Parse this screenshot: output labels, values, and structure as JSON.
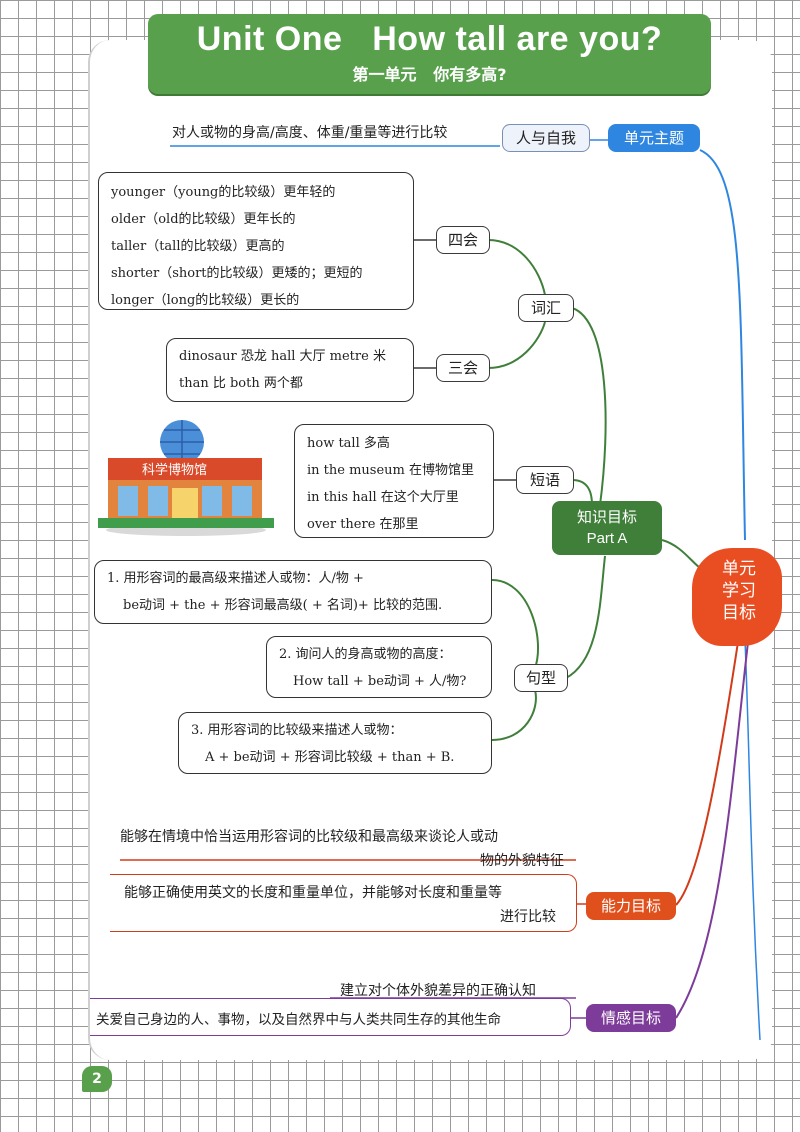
{
  "title": {
    "english": "Unit One   How tall are you?",
    "chinese": "第一单元   你有多高?"
  },
  "theme": {
    "description": "对人或物的身高/高度、体重/重量等进行比较",
    "category_label": "人与自我",
    "unit_theme_label": "单元主题"
  },
  "vocabulary": {
    "label": "词汇",
    "four_skills_label": "四会",
    "four_skills_items": [
      "younger（young的比较级）更年轻的",
      "older（old的比较级）更年长的",
      "taller（tall的比较级）更高的",
      "shorter（short的比较级）更矮的；更短的",
      "longer（long的比较级）更长的"
    ],
    "three_skills_label": "三会",
    "three_skills_items": [
      "dinosaur 恐龙  hall 大厅  metre 米",
      "than 比  both 两个都"
    ]
  },
  "phrases": {
    "label": "短语",
    "items": [
      "how tall 多高",
      "in the museum 在博物馆里",
      "in this hall 在这个大厅里",
      "over there 在那里"
    ],
    "museum_sign": "科学博物馆"
  },
  "knowledge_goal": {
    "label": "知识目标",
    "sublabel": "Part A"
  },
  "sentence_patterns": {
    "label": "句型",
    "items": [
      {
        "line1": "1. 用形容词的最高级来描述人或物：人/物 +",
        "line2": "be动词 + the + 形容词最高级( + 名词)+ 比较的范围."
      },
      {
        "line1": "2. 询问人的身高或物的高度：",
        "line2": "How tall + be动词 + 人/物?"
      },
      {
        "line1": "3. 用形容词的比较级来描述人或物：",
        "line2": "A + be动词 + 形容词比较级 + than + B."
      }
    ]
  },
  "unit_goals_label": "单元学习目标",
  "unit_goals_visible": [
    "单元",
    "学习",
    "目标"
  ],
  "ability_goal": {
    "label": "能力目标",
    "items": [
      {
        "line1": "能够在情境中恰当运用形容词的比较级和最高级来谈论人或动",
        "line2": "物的外貌特征"
      },
      {
        "line1": "能够正确使用英文的长度和重量单位，并能够对长度和重量等",
        "line2": "进行比较"
      }
    ]
  },
  "emotion_goal": {
    "label": "情感目标",
    "items": [
      "建立对个体外貌差异的正确认知",
      "关爱自己身边的人、事物，以及自然界中与人类共同生存的其他生命"
    ]
  },
  "page_number": "2",
  "colors": {
    "title_green": "#58a04c",
    "knowledge_green": "#3f7f3a",
    "theme_blue": "#2f86e0",
    "ability_red": "#e0501c",
    "emotion_purple": "#7d3b9a",
    "cloud_red": "#e94e23"
  }
}
